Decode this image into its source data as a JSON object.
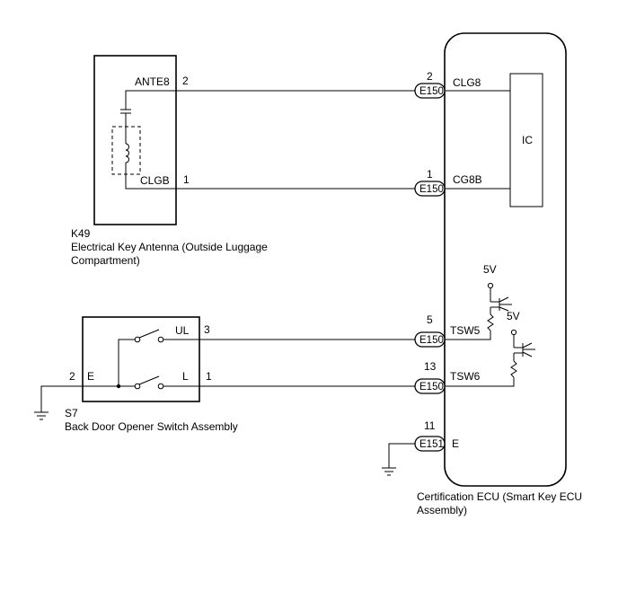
{
  "components": {
    "antenna": {
      "code": "K49",
      "name_line1": "Electrical Key Antenna (Outside Luggage",
      "name_line2": "Compartment)",
      "pins": [
        {
          "number": "2",
          "name": "ANTE8"
        },
        {
          "number": "1",
          "name": "CLGB"
        }
      ]
    },
    "switch": {
      "code": "S7",
      "name": "Back Door Opener Switch Assembly",
      "pins": [
        {
          "number": "3",
          "name": "UL"
        },
        {
          "number": "1",
          "name": "L"
        },
        {
          "number": "2",
          "name": "E"
        }
      ]
    },
    "ecu": {
      "name_line1": "Certification ECU (Smart Key ECU",
      "name_line2": "Assembly)",
      "ic_label": "IC",
      "supply_label": "5V",
      "pins": [
        {
          "number": "2",
          "connector": "E150",
          "name": "CLG8"
        },
        {
          "number": "1",
          "connector": "E150",
          "name": "CG8B"
        },
        {
          "number": "5",
          "connector": "E150",
          "name": "TSW5"
        },
        {
          "number": "13",
          "connector": "E150",
          "name": "TSW6"
        },
        {
          "number": "11",
          "connector": "E151",
          "name": "E"
        }
      ]
    }
  }
}
